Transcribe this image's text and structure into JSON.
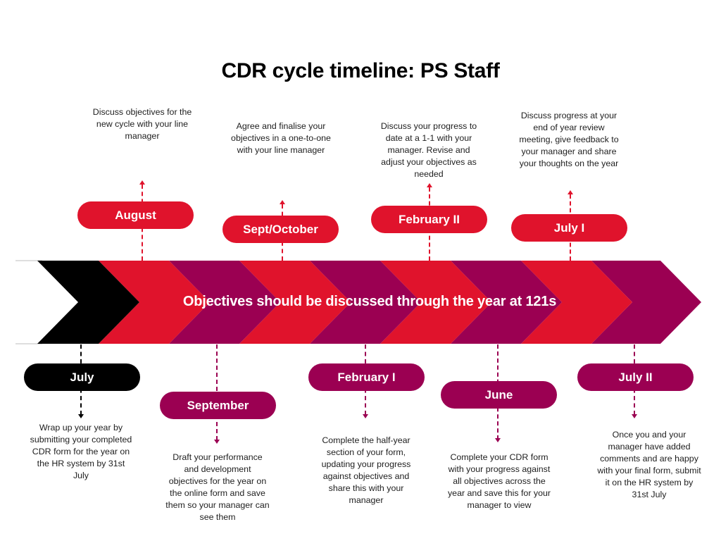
{
  "title": "CDR cycle timeline: PS Staff",
  "band_text": "Objectives should be discussed through the year at 121s",
  "colors": {
    "black": "#000000",
    "red": "#e0132c",
    "purple": "#9b0052",
    "text": "#1e1e1e"
  },
  "chevron_sequence": [
    "black",
    "red",
    "purple",
    "red",
    "purple",
    "red",
    "purple",
    "red",
    "purple"
  ],
  "top_milestones": [
    {
      "label": "August",
      "color": "red",
      "description": "Discuss objectives for the new cycle with your line manager"
    },
    {
      "label": "Sept/October",
      "color": "red",
      "description": "Agree and finalise your objectives in a one-to-one with your line manager"
    },
    {
      "label": "February II",
      "color": "red",
      "description": "Discuss your progress to date at a 1-1 with your manager. Revise and adjust your objectives as needed"
    },
    {
      "label": "July I",
      "color": "red",
      "description": "Discuss progress at your end of year review meeting, give feedback to your manager and share your thoughts on the year"
    }
  ],
  "bottom_milestones": [
    {
      "label": "July",
      "color": "black",
      "description": "Wrap up your year by submitting your completed CDR form for the year on the HR system by 31st July"
    },
    {
      "label": "September",
      "color": "purple",
      "description": "Draft your performance and development objectives for the year on the online form and save them so your manager can see them"
    },
    {
      "label": "February I",
      "color": "purple",
      "description": "Complete the half-year section of your form, updating your progress against objectives and share this with your manager"
    },
    {
      "label": "June",
      "color": "purple",
      "description": "Complete your CDR form with your progress against all objectives across the year and save this for your manager to view"
    },
    {
      "label": "July II",
      "color": "purple",
      "description": "Once you and your manager have added comments and are happy with your final form, submit it on the HR system by 31st July"
    }
  ]
}
